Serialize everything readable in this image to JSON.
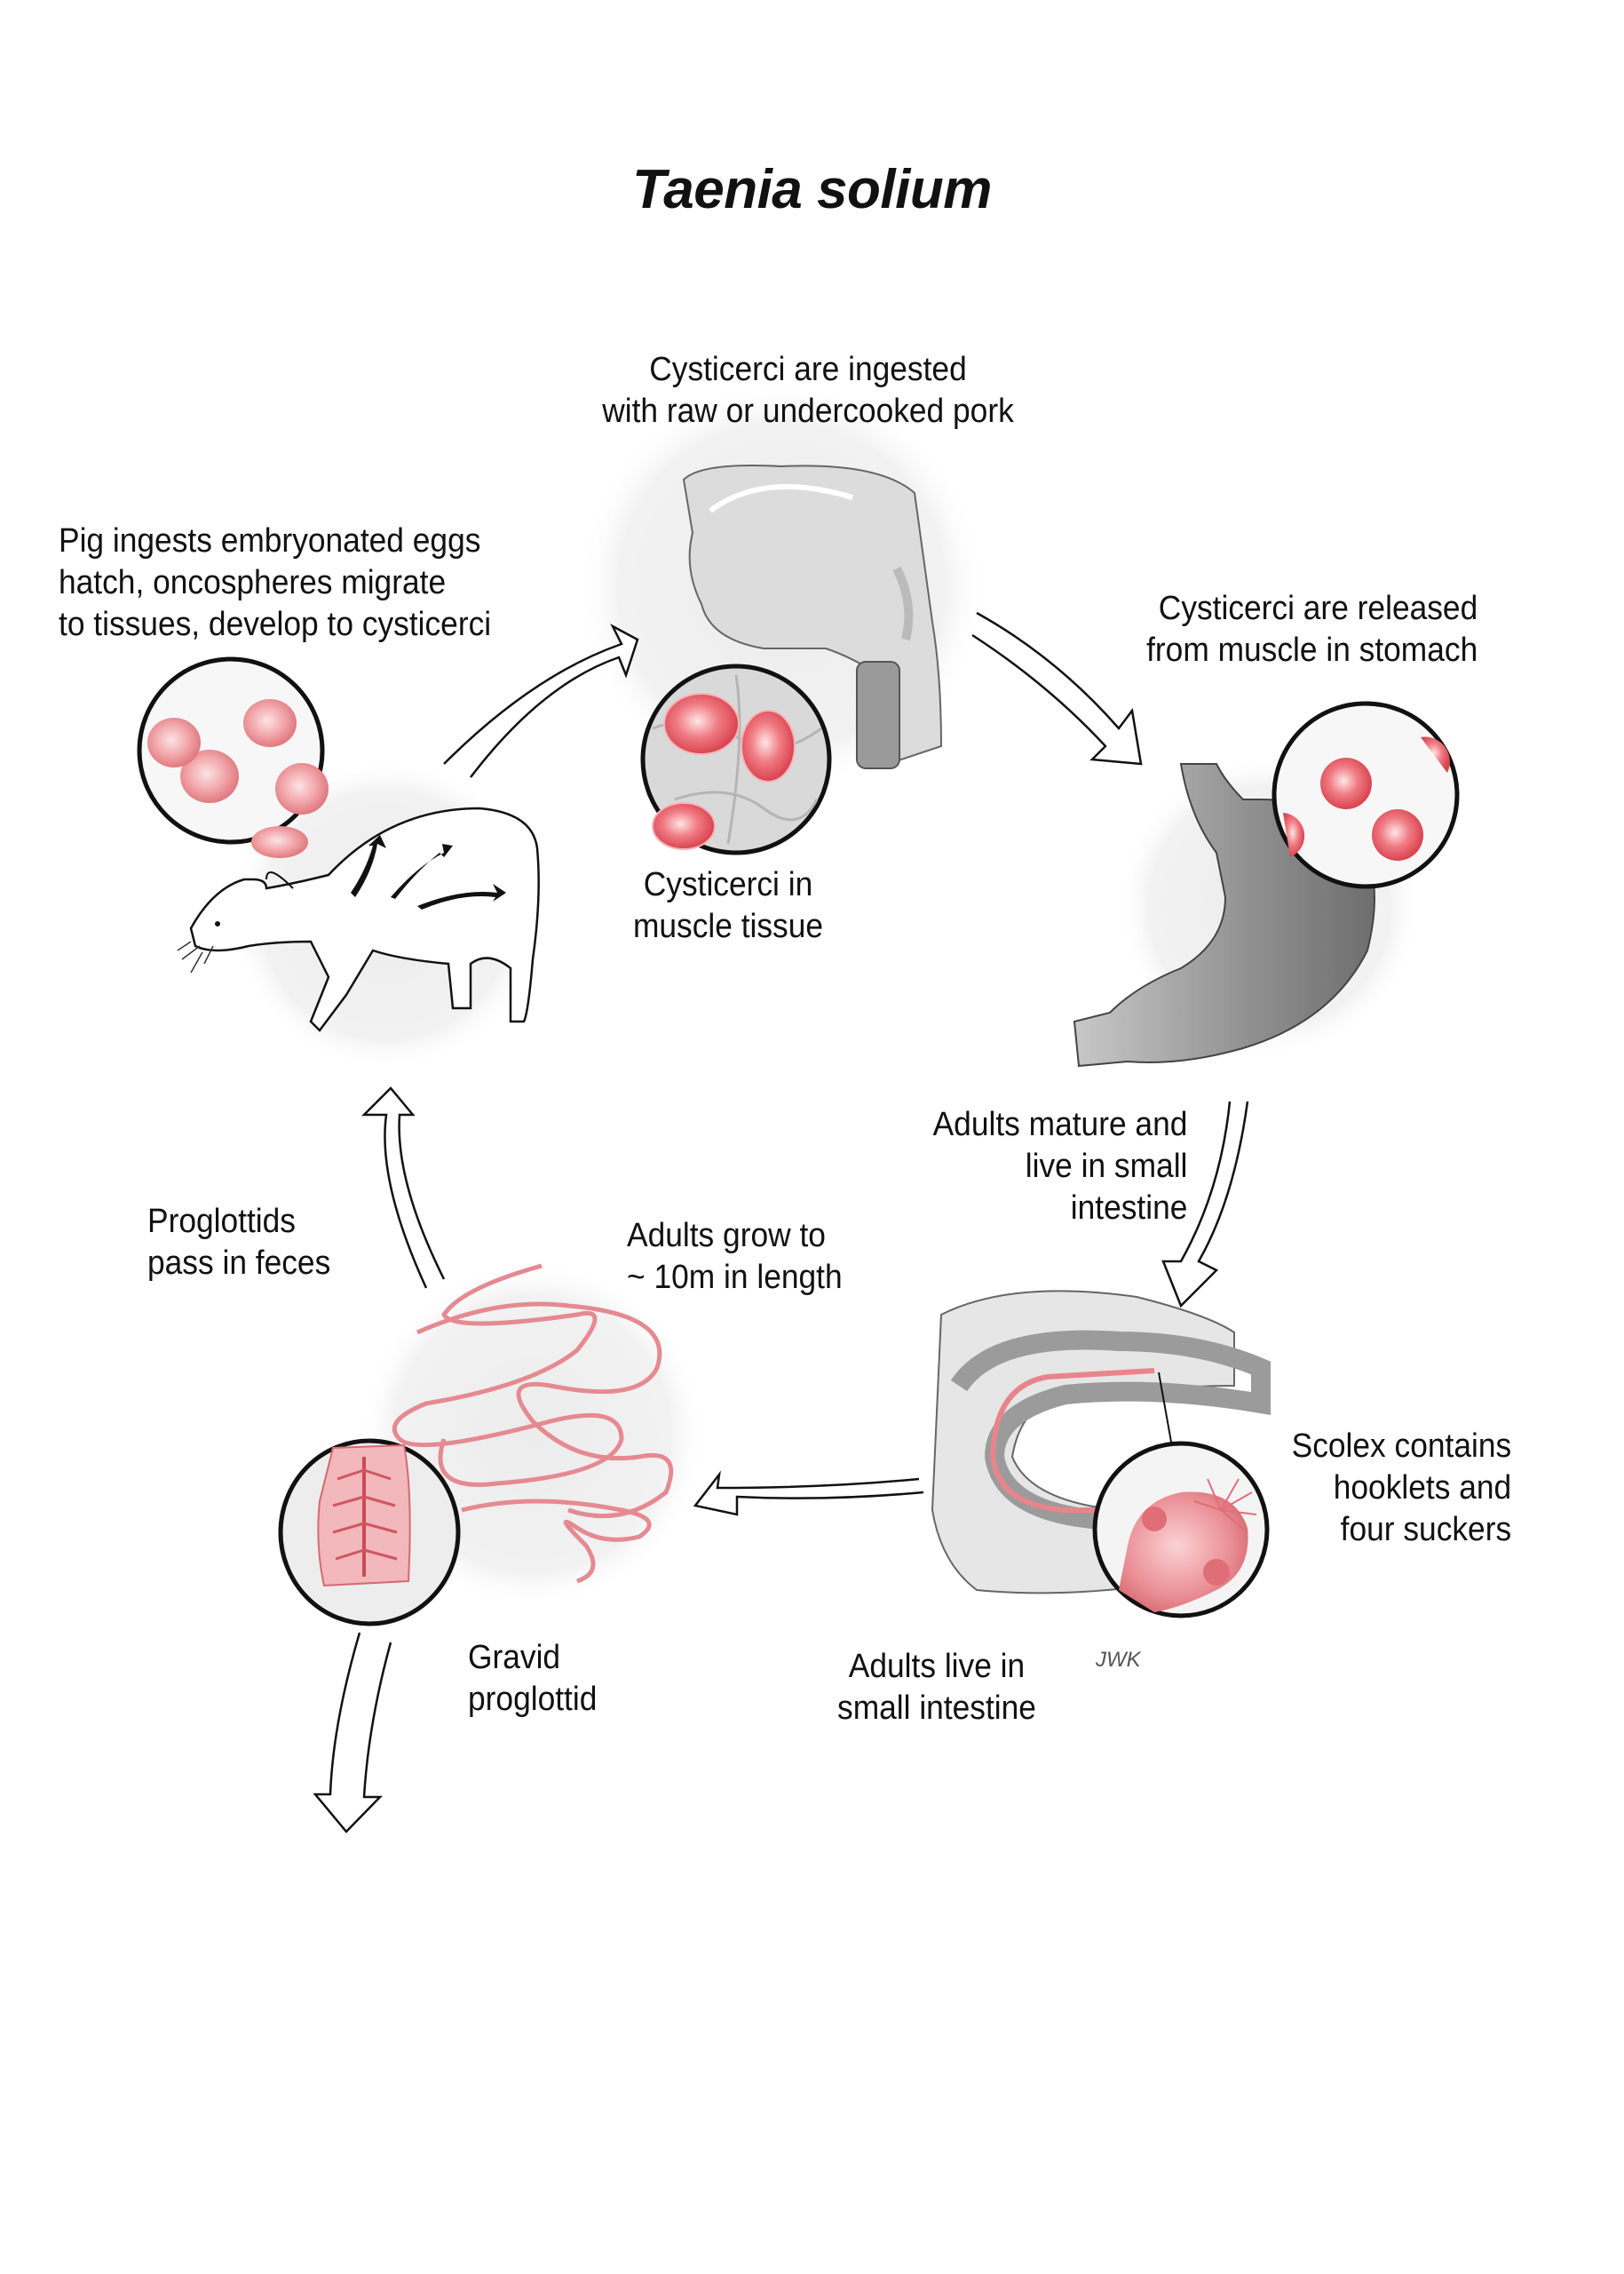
{
  "title": "Taenia solium",
  "stages": {
    "ingested": {
      "label": "Cysticerci are ingested\nwith raw or undercooked pork",
      "illustration": "head-throat-sagittal"
    },
    "muscle": {
      "label": "Cysticerci in\nmuscle tissue",
      "illustration": "cysticerci-muscle-inset"
    },
    "released": {
      "label": "Cysticerci are released\nfrom muscle in stomach",
      "illustration": "stomach"
    },
    "mature": {
      "label": "Adults mature and\nlive in small\nintestine"
    },
    "scolex": {
      "label": "Scolex contains\nhooklets and\nfour suckers",
      "illustration": "scolex-inset"
    },
    "adults_live": {
      "label": "Adults live in\nsmall intestine",
      "illustration": "small-intestine-section"
    },
    "adults_grow": {
      "label": "Adults grow to\n~ 10m in length",
      "illustration": "tapeworm-coil"
    },
    "gravid": {
      "label": "Gravid\nproglottid",
      "illustration": "gravid-proglottid-inset"
    },
    "proglottids": {
      "label": "Proglottids\npass in feces"
    },
    "pig": {
      "label": "Pig ingests embryonated eggs\nhatch, oncospheres migrate\nto tissues, develop to cysticerci",
      "illustration": "pig"
    }
  },
  "signature": "JWK",
  "colors": {
    "accent_red": "#e0707a",
    "dark_red": "#c9444f",
    "tissue_gray": "#d4d4d4",
    "halo": "#f0f0f0",
    "outline": "#111111"
  }
}
